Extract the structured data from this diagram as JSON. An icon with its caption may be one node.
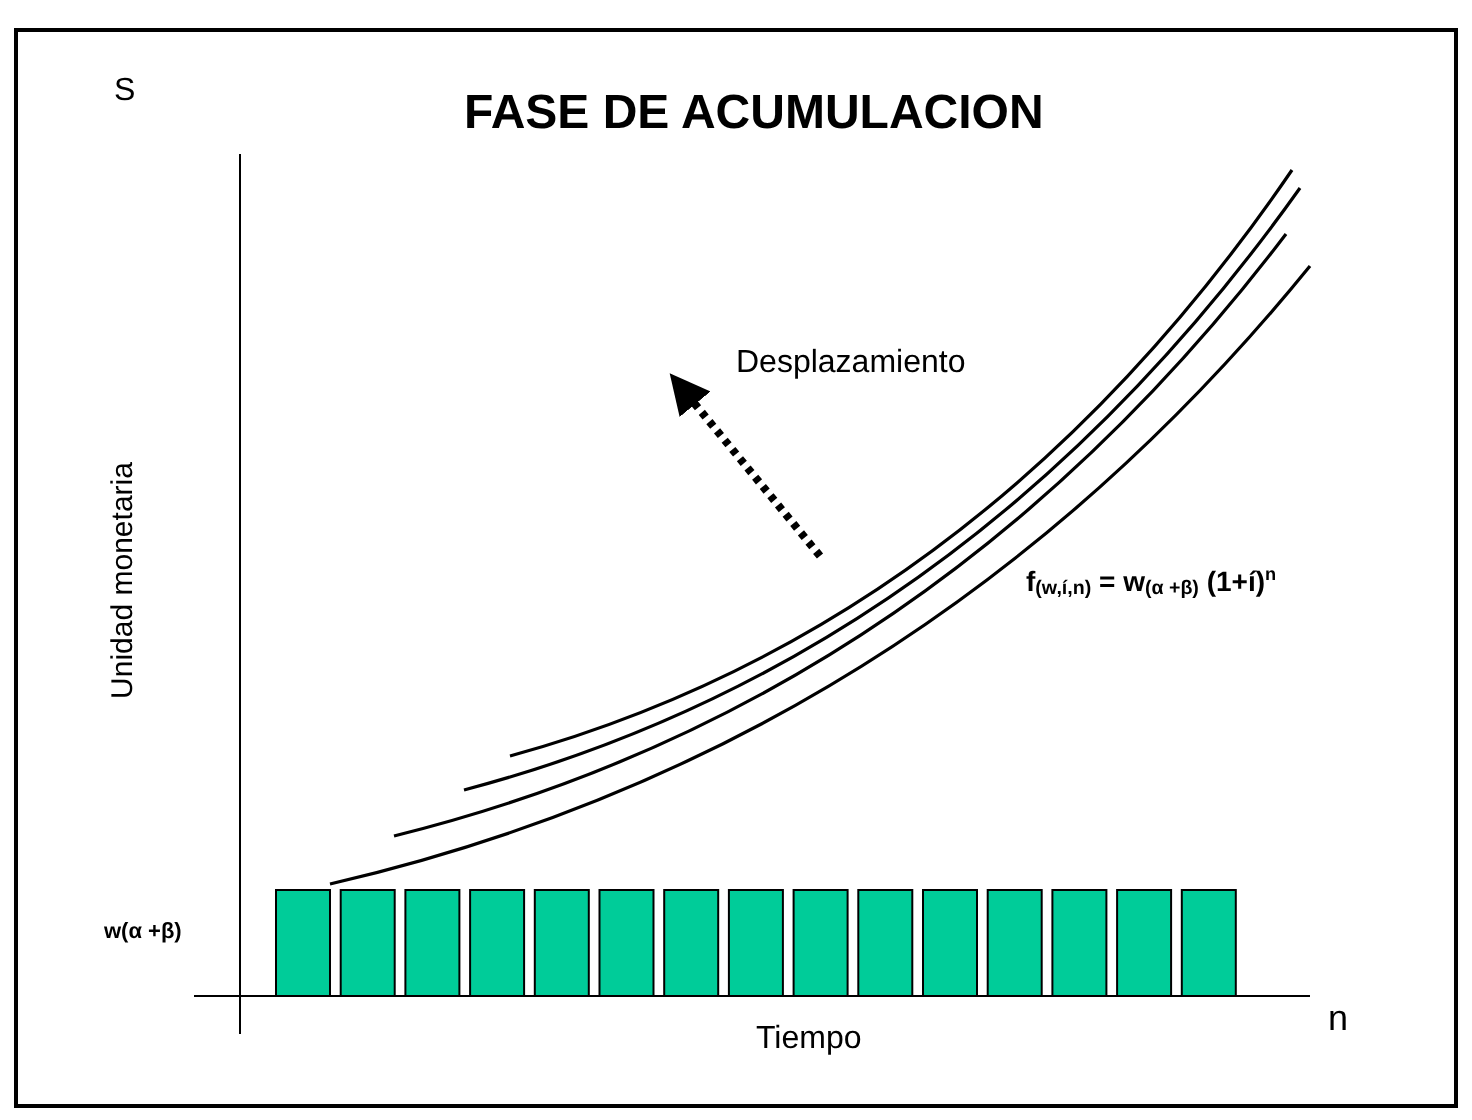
{
  "diagram": {
    "title": "FASE DE ACUMULACION",
    "labels": [
      "S",
      "Unidad monetaria",
      "Desplazamiento",
      "f$_{(w,í,n)}$ = w$_{(α +β)}$ (1+í)$^{n}$",
      "w(α +β)",
      "Tiempo",
      "n"
    ]
  }
}
